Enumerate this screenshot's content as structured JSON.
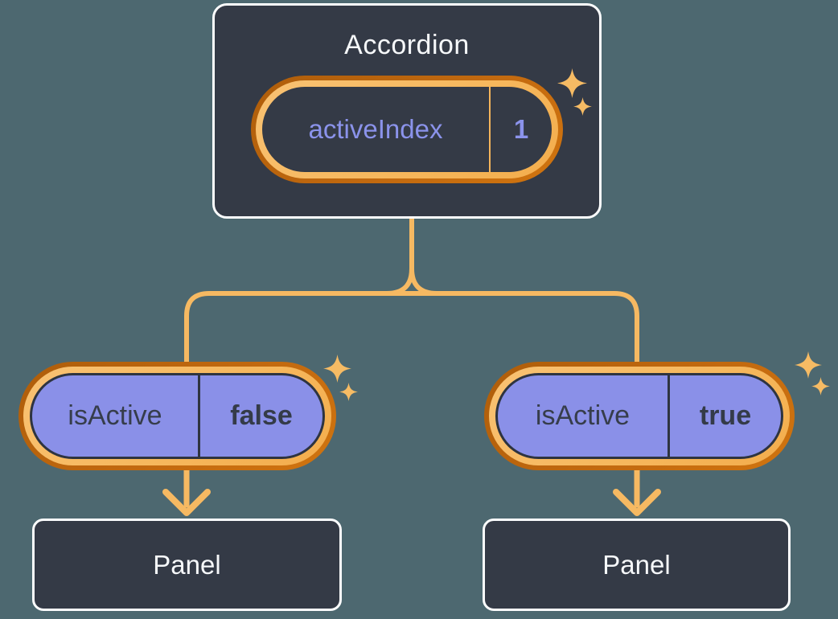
{
  "diagram_type": "react-component-tree",
  "nodes": {
    "accordion": {
      "title": "Accordion",
      "prop_label": "activeIndex",
      "prop_value": "1"
    },
    "left_item": {
      "prop_label": "isActive",
      "prop_value": "false",
      "panel_title": "Panel"
    },
    "right_item": {
      "prop_label": "isActive",
      "prop_value": "true",
      "panel_title": "Panel"
    }
  },
  "icons": {
    "sparkle": "✦"
  },
  "colors": {
    "background": "#4D6870",
    "card_fill": "#343A46",
    "card_border": "#FCFDFE",
    "connector_orange": "#F6B962",
    "ring_outer_orange": "#C2690F",
    "ring_inner_orange": "#F6B75C",
    "pill_purple_fill": "#8A90E8",
    "pill_purple_text": "#8B93EB",
    "pill_dark_text": "#343B48",
    "pill_dark_border": "#2E3440",
    "sparkle_orange": "#F6BB64",
    "title_text": "#F6F8FA"
  }
}
